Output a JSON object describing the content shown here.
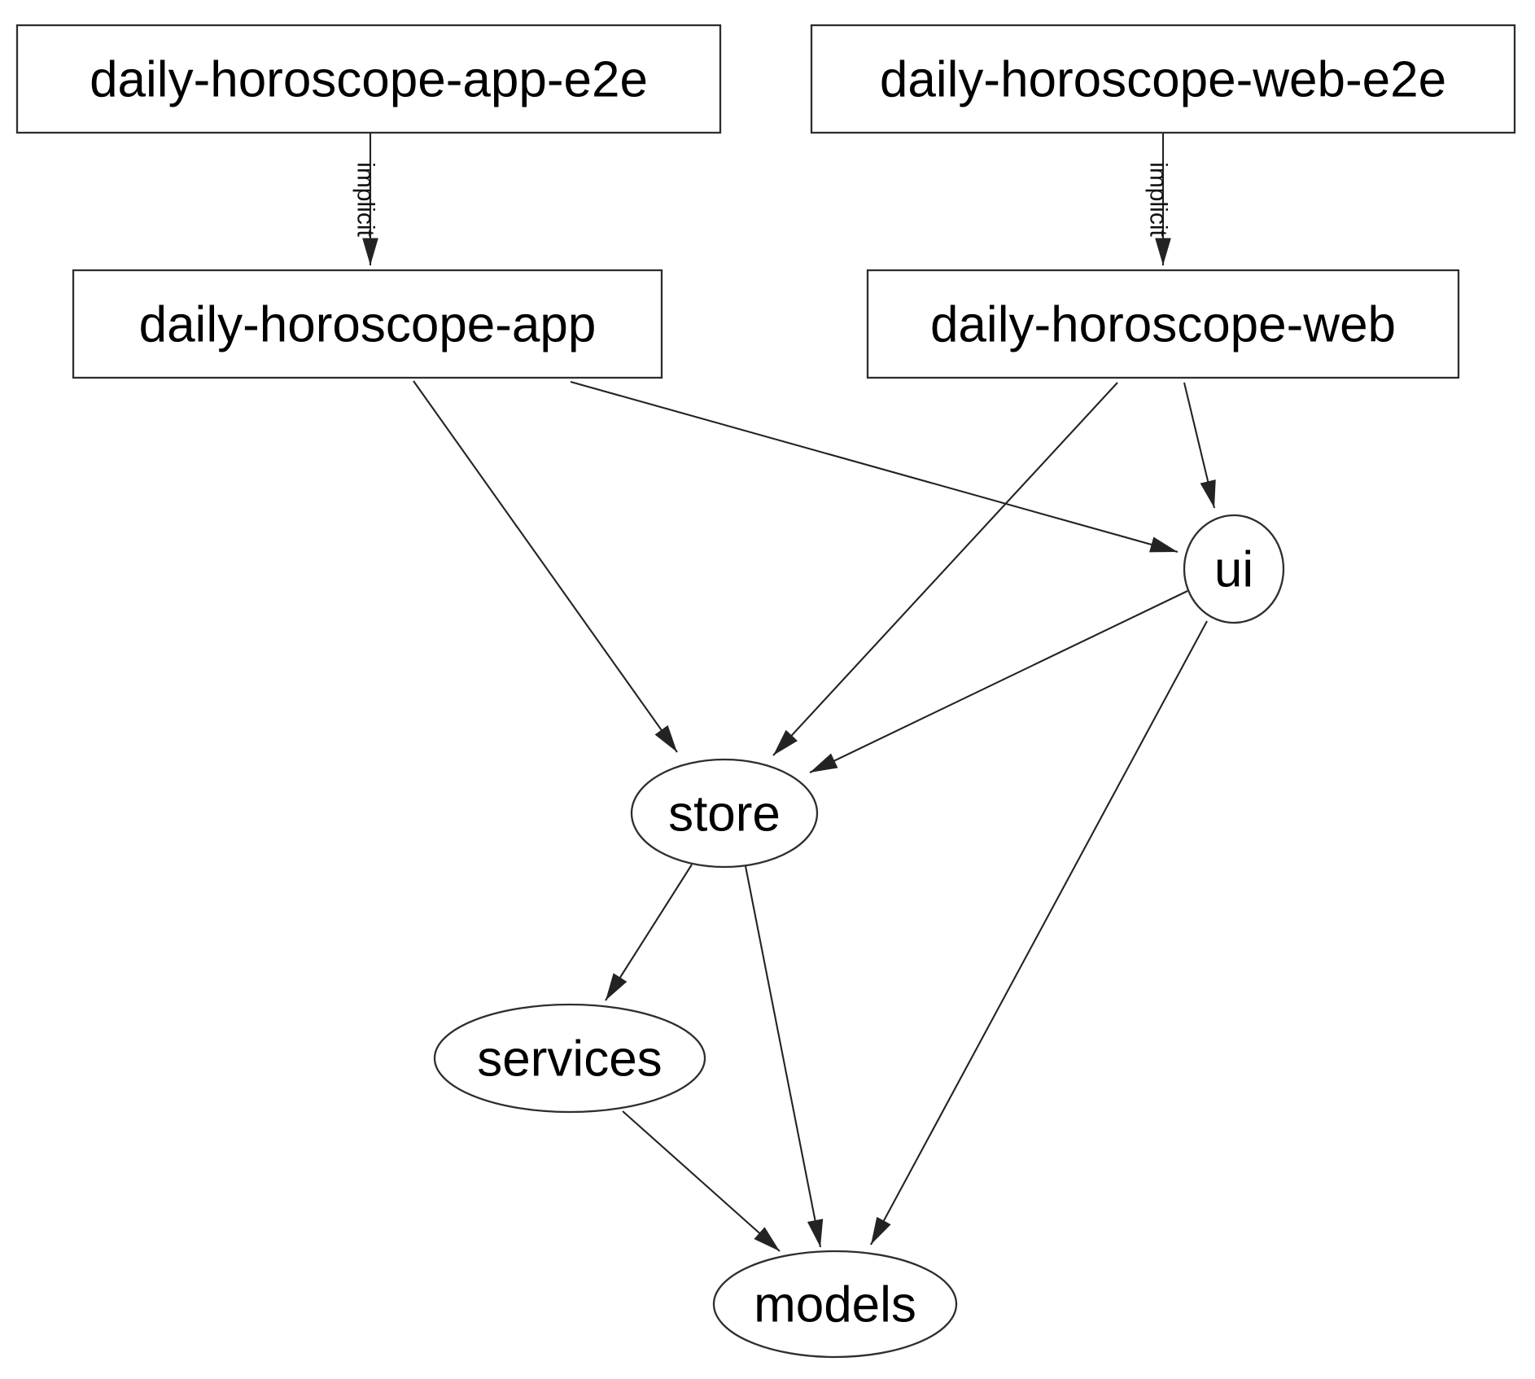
{
  "diagram": {
    "type": "dependency-graph",
    "background_color": "#ffffff",
    "edge_color": "#232323",
    "node_border_color": "#2e2e2e",
    "text_color": "#000000",
    "nodes": [
      {
        "id": "daily-horoscope-app-e2e",
        "label": "daily-horoscope-app-e2e",
        "shape": "box"
      },
      {
        "id": "daily-horoscope-web-e2e",
        "label": "daily-horoscope-web-e2e",
        "shape": "box"
      },
      {
        "id": "daily-horoscope-app",
        "label": "daily-horoscope-app",
        "shape": "box"
      },
      {
        "id": "daily-horoscope-web",
        "label": "daily-horoscope-web",
        "shape": "box"
      },
      {
        "id": "ui",
        "label": "ui",
        "shape": "ellipse"
      },
      {
        "id": "store",
        "label": "store",
        "shape": "ellipse"
      },
      {
        "id": "services",
        "label": "services",
        "shape": "ellipse"
      },
      {
        "id": "models",
        "label": "models",
        "shape": "ellipse"
      }
    ],
    "edges": [
      {
        "from": "daily-horoscope-app-e2e",
        "to": "daily-horoscope-app",
        "label": "implicit"
      },
      {
        "from": "daily-horoscope-web-e2e",
        "to": "daily-horoscope-web",
        "label": "implicit"
      },
      {
        "from": "daily-horoscope-app",
        "to": "store"
      },
      {
        "from": "daily-horoscope-app",
        "to": "ui"
      },
      {
        "from": "daily-horoscope-web",
        "to": "store"
      },
      {
        "from": "daily-horoscope-web",
        "to": "ui"
      },
      {
        "from": "ui",
        "to": "store"
      },
      {
        "from": "ui",
        "to": "models"
      },
      {
        "from": "store",
        "to": "services"
      },
      {
        "from": "store",
        "to": "models"
      },
      {
        "from": "services",
        "to": "models"
      }
    ]
  }
}
